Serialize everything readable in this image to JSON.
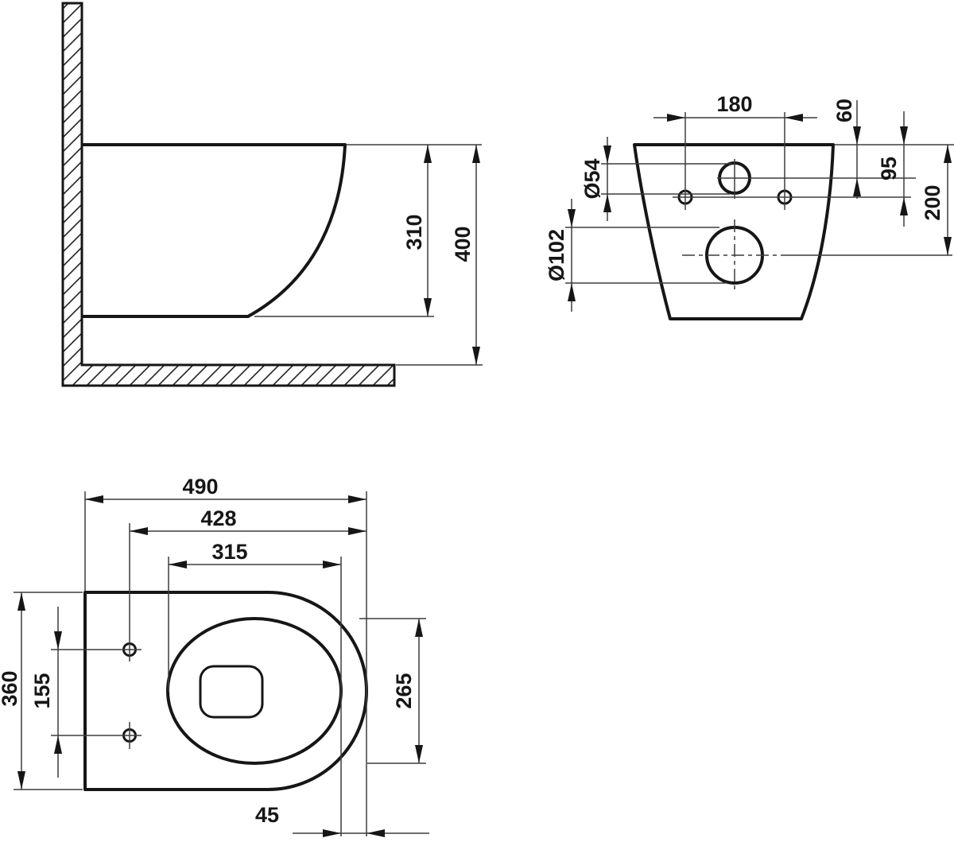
{
  "drawing": {
    "type": "technical-dimension-drawing",
    "subject": "wall-hung toilet installation drawing, three orthographic views",
    "colors": {
      "outline": "#161616",
      "dim_line": "#3d3d3d",
      "text": "#161616",
      "background": "#ffffff"
    },
    "views": {
      "side": {
        "name": "side elevation with wall and floor section",
        "dims": {
          "bowl_height": "310",
          "total_height": "400"
        }
      },
      "rear": {
        "name": "rear view with fixing holes, inlet and outlet",
        "dims": {
          "hole_spacing": "180",
          "inlet_depth": "60",
          "holes_depth": "95",
          "outlet_depth": "200",
          "inlet_diameter": "Ø54",
          "outlet_diameter": "Ø102"
        }
      },
      "top": {
        "name": "plan view with bowl and fixing holes",
        "dims": {
          "total_length": "490",
          "holes_to_front": "428",
          "bowl_length": "315",
          "total_width": "360",
          "hole_spacing": "155",
          "bowl_width": "265",
          "bowl_to_front": "45"
        }
      }
    }
  }
}
